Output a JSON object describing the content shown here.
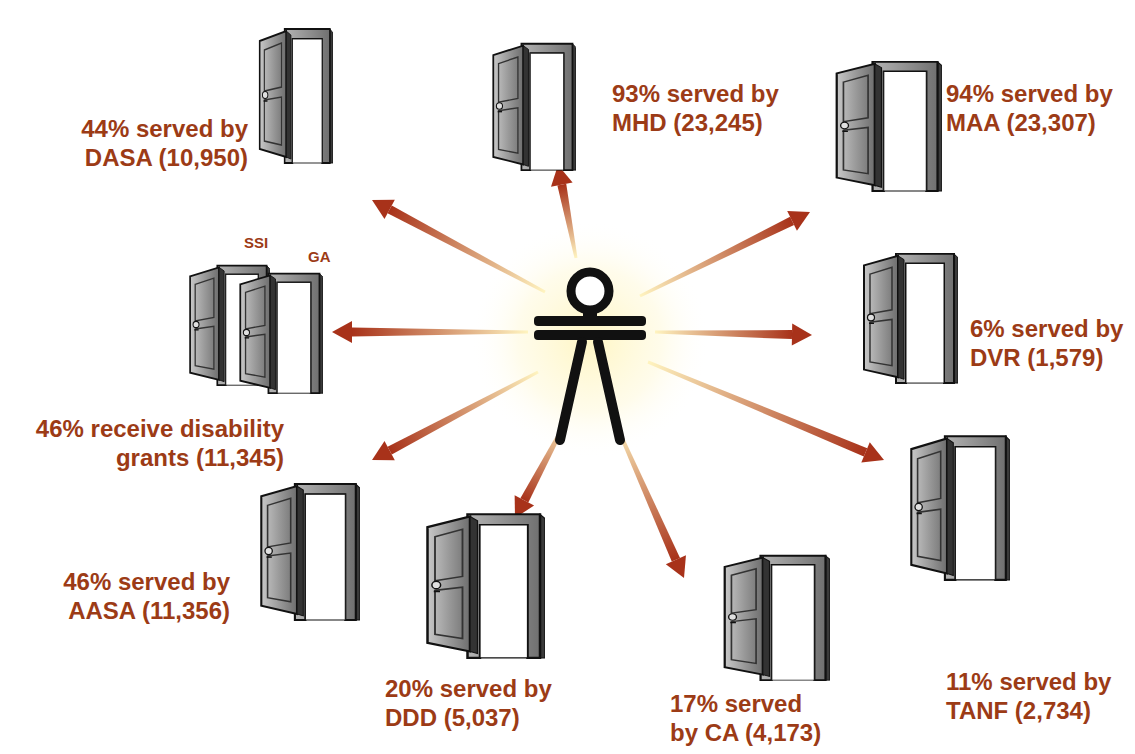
{
  "diagram": {
    "labels": [
      "44% served by DASA (10,950)",
      "93% served by MHD (23,245)",
      "94% served by MAA (23,307)",
      "SSI",
      "GA",
      "6% served by DVR (1,579)",
      "46% receive disability grants (11,345)",
      "46% served by AASA (11,356)",
      "20% served by DDD (5,037)",
      "17% served by CA (4,173)",
      "11% served by TANF (2,734)"
    ]
  }
}
